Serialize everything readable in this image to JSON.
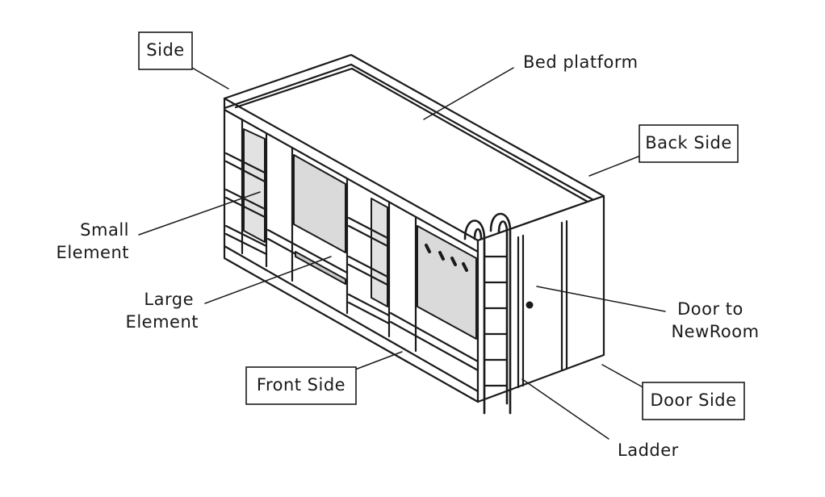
{
  "labels": {
    "side": "Side",
    "bed_platform": "Bed platform",
    "back_side": "Back Side",
    "small_element_line1": "Small",
    "small_element_line2": "Element",
    "large_element_line1": "Large",
    "large_element_line2": "Element",
    "front_side": "Front Side",
    "door_line1": "Door to",
    "door_line2": "NewRoom",
    "door_side": "Door Side",
    "ladder": "Ladder"
  },
  "colors": {
    "ink": "#1a1a1a",
    "panel_fill": "#dadada",
    "background": "#ffffff"
  }
}
